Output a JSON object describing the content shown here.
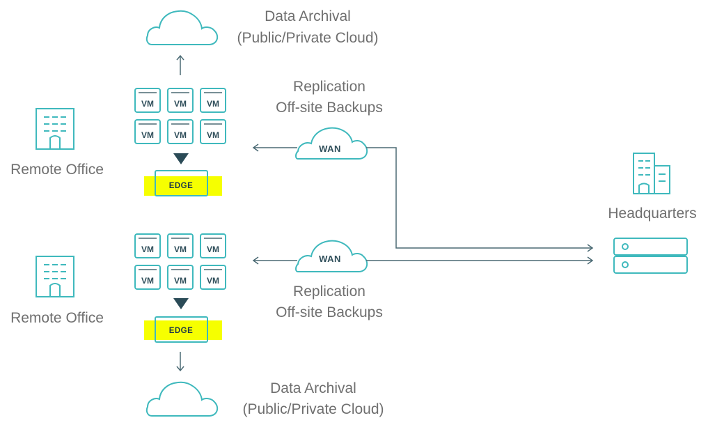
{
  "colors": {
    "accent": "#3fb9bd",
    "line": "#4b6a74",
    "text": "#6f6f6f",
    "dark": "#2b4b57",
    "highlight": "#f6ff00"
  },
  "top": {
    "cloud_label": [
      "Data Archival",
      "(Public/Private Cloud)"
    ],
    "replication_label": [
      "Replication",
      "Off-site Backups"
    ],
    "office_label": "Remote Office",
    "vm_labels": [
      "VM",
      "VM",
      "VM",
      "VM",
      "VM",
      "VM"
    ],
    "edge_label": "EDGE",
    "wan_label": "WAN",
    "edge_highlighted": true
  },
  "bottom": {
    "cloud_label": [
      "Data Archival",
      "(Public/Private Cloud)"
    ],
    "replication_label": [
      "Replication",
      "Off-site Backups"
    ],
    "office_label": "Remote Office",
    "vm_labels": [
      "VM",
      "VM",
      "VM",
      "VM",
      "VM",
      "VM"
    ],
    "edge_label": "EDGE",
    "wan_label": "WAN",
    "edge_highlighted": true
  },
  "hq": {
    "label": "Headquarters"
  },
  "icons": {
    "cloud": "cloud-icon",
    "office": "building-icon",
    "hq": "buildings-icon",
    "server": "server-icon",
    "vm": "vm-icon"
  }
}
